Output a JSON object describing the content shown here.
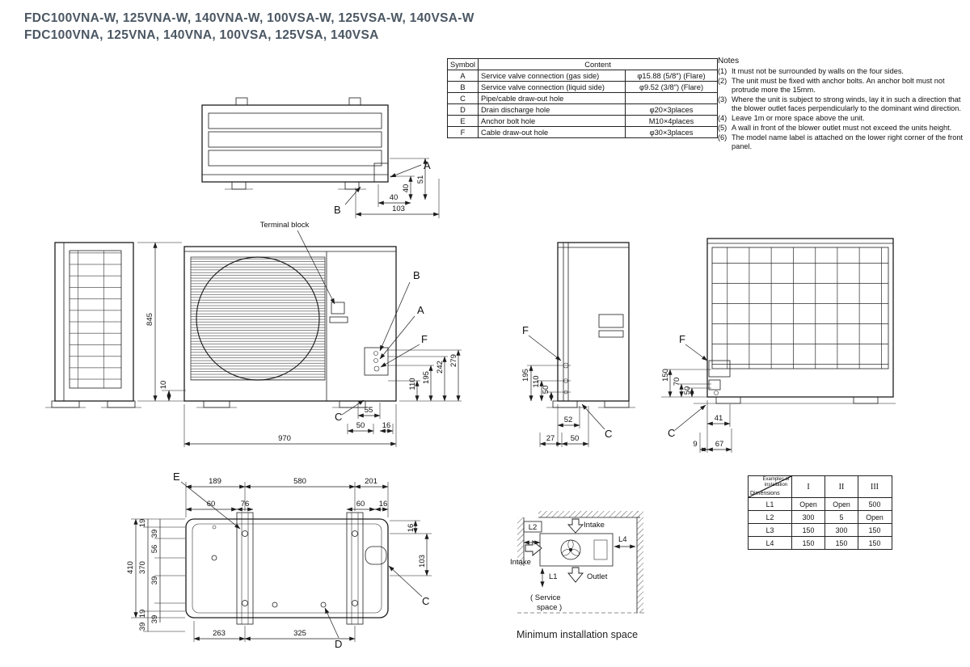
{
  "title": {
    "line1": "FDC100VNA-W, 125VNA-W, 140VNA-W, 100VSA-W, 125VSA-W, 140VSA-W",
    "line2": "FDC100VNA, 125VNA, 140VNA, 100VSA, 125VSA, 140VSA"
  },
  "symbol_table": {
    "col1": "Symbol",
    "col2": "Content",
    "rows": [
      {
        "sym": "A",
        "desc": "Service valve connection (gas side)",
        "val": "φ15.88 (5/8″) (Flare)"
      },
      {
        "sym": "B",
        "desc": "Service valve connection (liquid side)",
        "val": "φ9.52 (3/8″) (Flare)"
      },
      {
        "sym": "C",
        "desc": "Pipe/cable draw-out hole",
        "val": ""
      },
      {
        "sym": "D",
        "desc": "Drain discharge hole",
        "val": "φ20×3places"
      },
      {
        "sym": "E",
        "desc": "Anchor bolt hole",
        "val": "M10×4places"
      },
      {
        "sym": "F",
        "desc": "Cable draw-out hole",
        "val": "φ30×3places"
      }
    ]
  },
  "notes": {
    "heading": "Notes",
    "items": [
      {
        "num": "(1)",
        "text": "It must not be surrounded by walls on the four sides."
      },
      {
        "num": "(2)",
        "text": "The unit must be fixed with anchor bolts. An anchor bolt must not protrude more the 15mm."
      },
      {
        "num": "(3)",
        "text": "Where the unit is subject to strong winds, lay it in such a direction that the blower outlet faces perpendicularly to the dominant wind direction."
      },
      {
        "num": "(4)",
        "text": "Leave 1m or more space above the unit."
      },
      {
        "num": "(5)",
        "text": "A wall in front of the blower outlet must not exceed the units height."
      },
      {
        "num": "(6)",
        "text": "The model name label is attached on the lower right corner of the front panel."
      }
    ]
  },
  "install_table": {
    "corner_top": "Examples of installation",
    "corner_bottom": "Dimensions",
    "cols": [
      "I",
      "II",
      "III"
    ],
    "rows": [
      {
        "label": "L1",
        "v1": "Open",
        "v2": "Open",
        "v3": "500"
      },
      {
        "label": "L2",
        "v1": "300",
        "v2": "5",
        "v3": "Open"
      },
      {
        "label": "L3",
        "v1": "150",
        "v2": "300",
        "v3": "150"
      },
      {
        "label": "L4",
        "v1": "150",
        "v2": "150",
        "v3": "150"
      }
    ]
  },
  "drawings": {
    "terminal_block": "Terminal block",
    "callouts": {
      "a": "A",
      "b": "B",
      "c": "C",
      "d": "D",
      "e": "E",
      "f": "F"
    },
    "top_view": {
      "d40h": "40",
      "d40v": "40",
      "d51": "51",
      "d103": "103"
    },
    "front_view": {
      "d845": "845",
      "d10": "10",
      "d110": "110",
      "d195": "195",
      "d242": "242",
      "d279": "279",
      "d55": "55",
      "d50": "50",
      "d16": "16",
      "d970": "970"
    },
    "side_view": {
      "d195": "195",
      "d110": "110",
      "d50": "50",
      "d52": "52",
      "d27": "27",
      "d50b": "50"
    },
    "back_view": {
      "d150": "150",
      "d70": "70",
      "d50": "50",
      "d41": "41",
      "d9": "9",
      "d67": "67"
    },
    "bottom_view": {
      "d189": "189",
      "d580": "580",
      "d201": "201",
      "d60a": "60",
      "d76": "76",
      "d60b": "60",
      "d16a": "16",
      "d19a": "19",
      "d39a": "39",
      "d56": "56",
      "d39b": "39",
      "d410": "410",
      "d370": "370",
      "d19b": "19",
      "d39c": "39",
      "d39d": "39",
      "d16b": "16",
      "d103": "103",
      "d263": "263",
      "d325": "325"
    }
  },
  "min_space": {
    "l1": "L1",
    "l2": "L2",
    "l4": "L4",
    "intake_top": "Intake",
    "intake_side": "Intake",
    "outlet": "Outlet",
    "service_line1": "( Service",
    "service_line2": "space )",
    "caption": "Minimum installation space"
  }
}
